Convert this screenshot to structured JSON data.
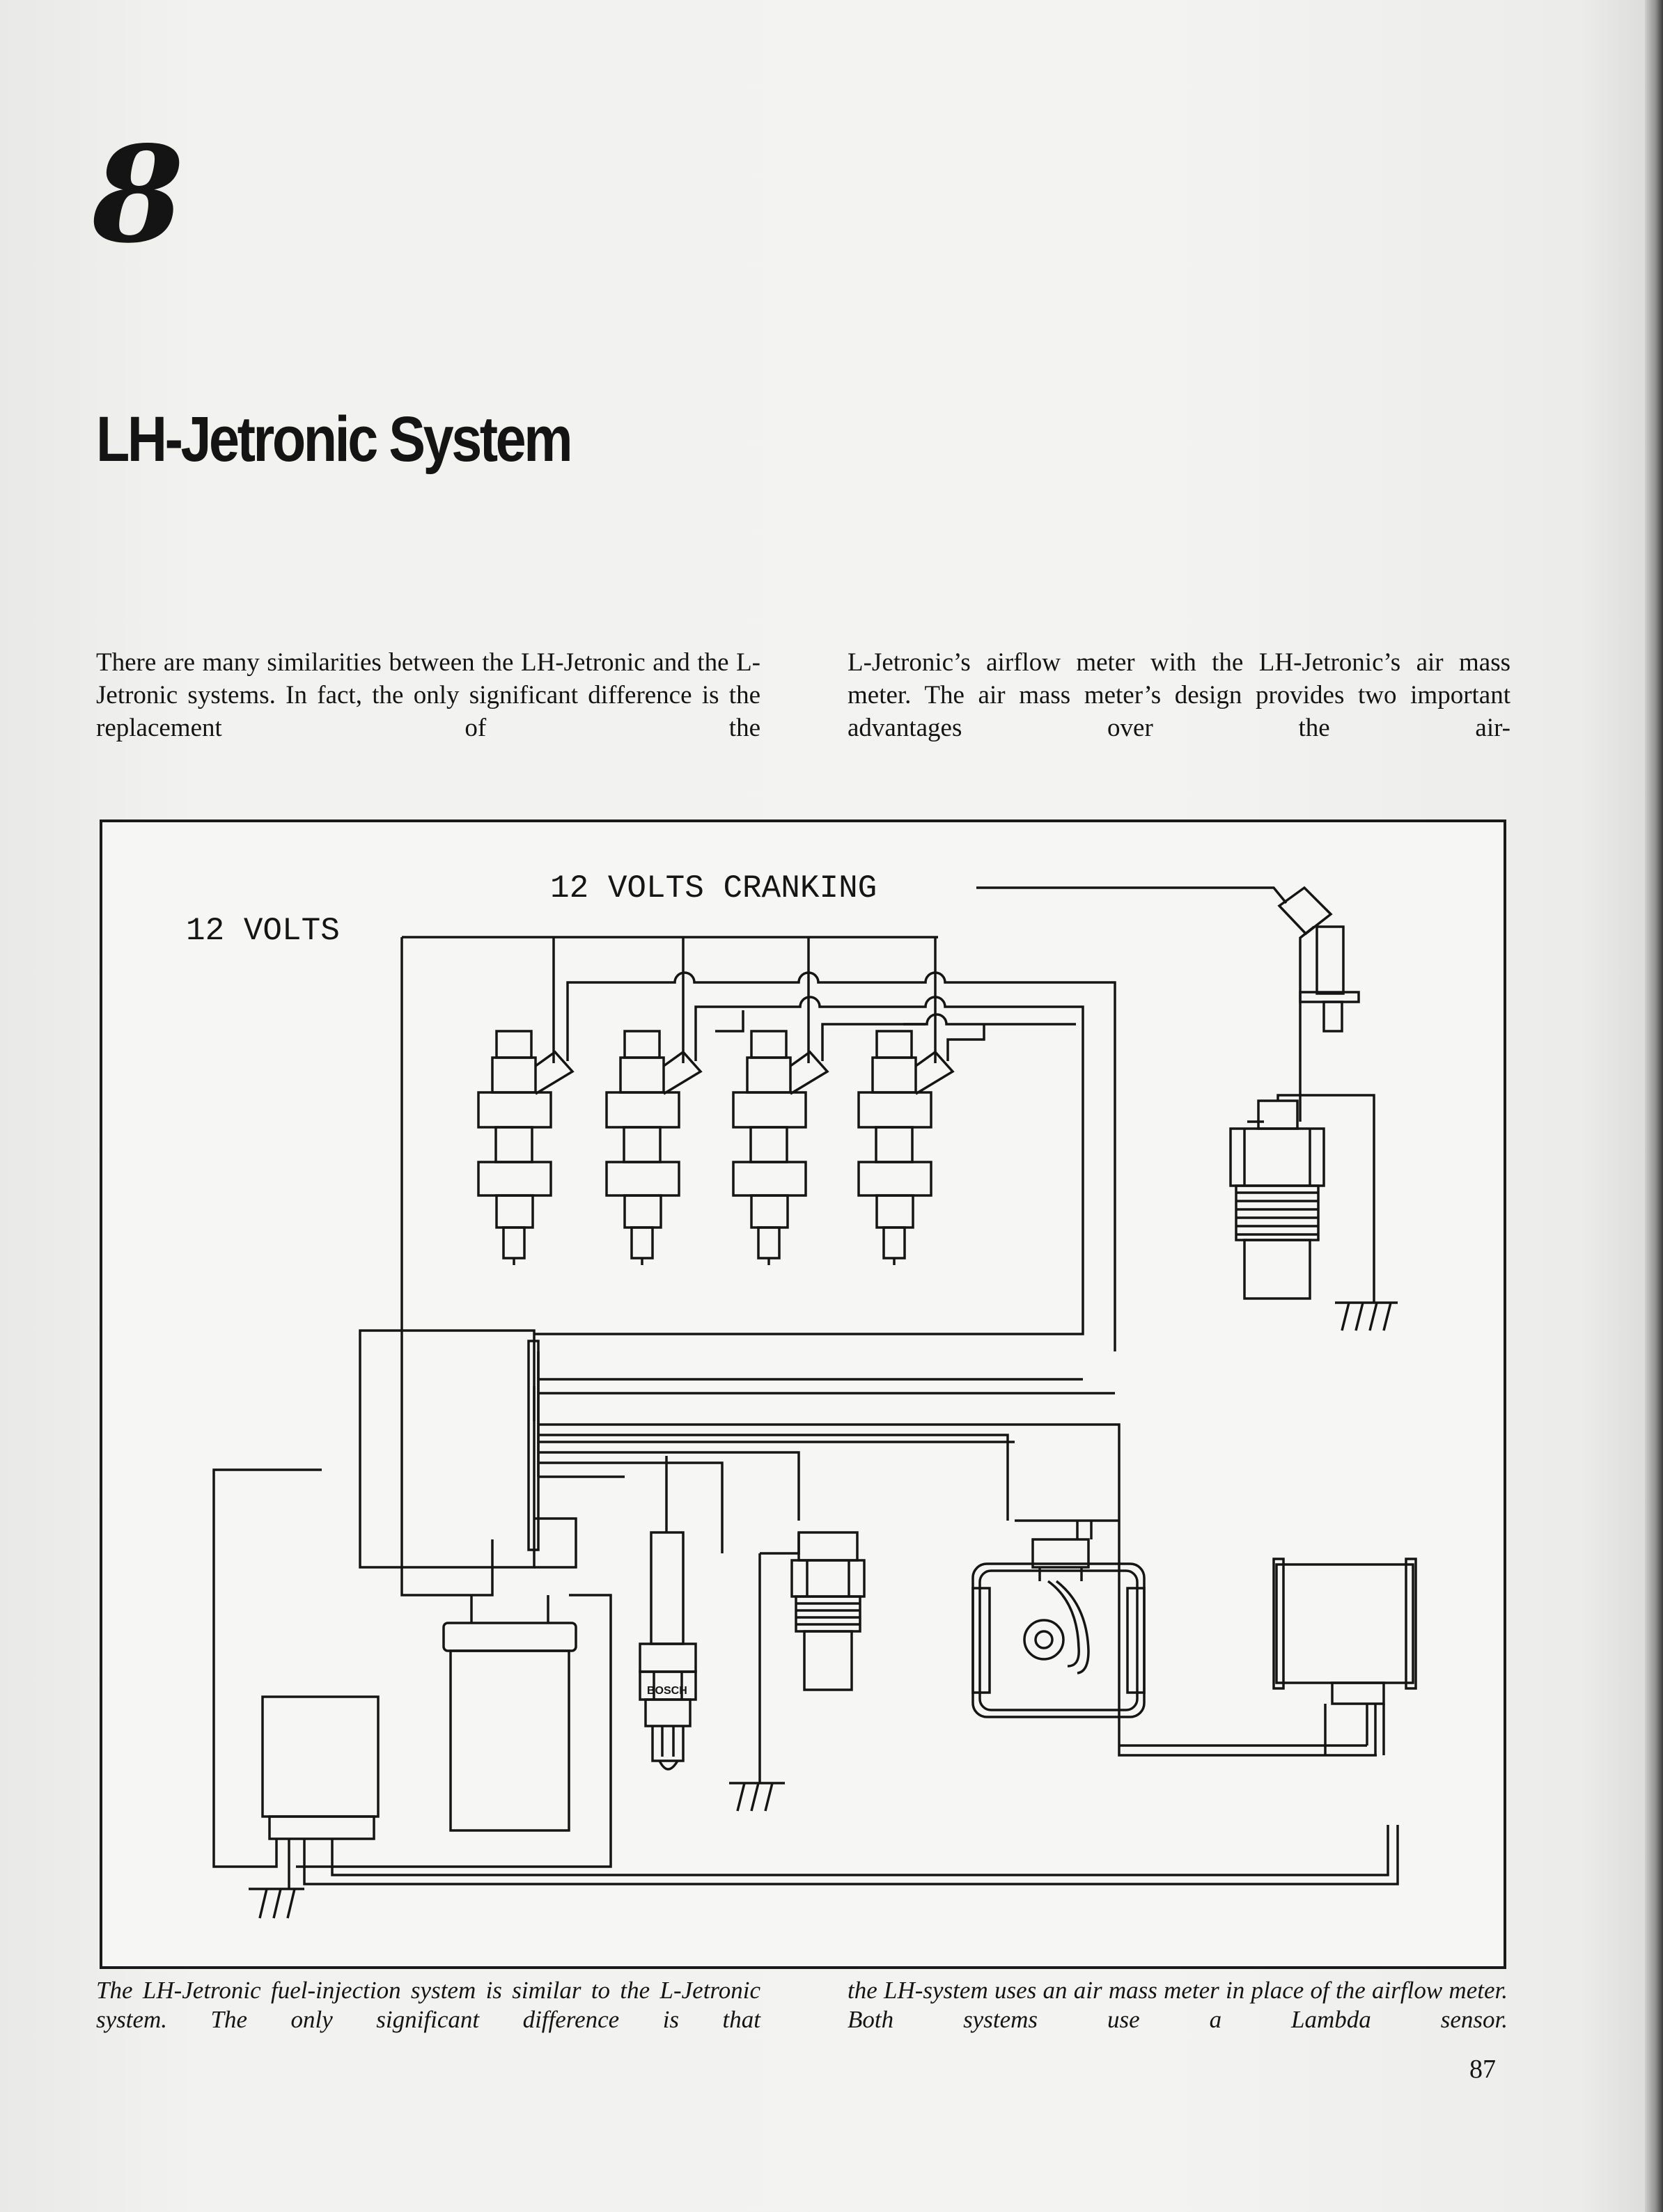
{
  "chapter": {
    "number": "8",
    "title": "LH-Jetronic System"
  },
  "intro": {
    "left": "There are many similarities between the LH-Jetronic and the L-Jetronic systems. In fact, the only significant difference is the replacement of the",
    "right": "L-Jetronic’s airflow meter with the LH-Jetronic’s air mass meter. The air mass meter’s design provides two important advantages over the air-"
  },
  "diagram": {
    "labels": {
      "volts_cranking": "12 VOLTS CRANKING",
      "volts": "12 VOLTS",
      "sensor_brand": "BOSCH"
    }
  },
  "caption": {
    "left": "The LH-Jetronic fuel-injection system is similar to the L-Jetronic system. The only significant difference is that",
    "right": "the LH-system uses an air mass meter in place of the airflow meter. Both systems use a Lambda sensor."
  },
  "page_number": "87"
}
